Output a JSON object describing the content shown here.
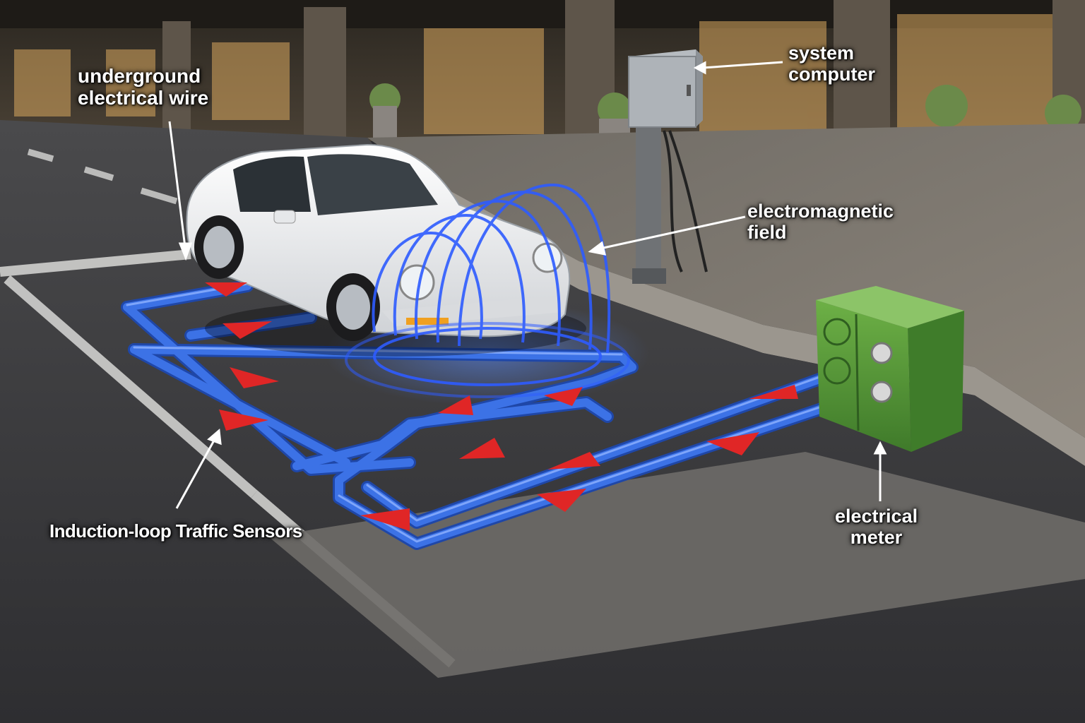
{
  "labels": {
    "underground_wire": [
      "underground",
      "electrical wire"
    ],
    "system_computer": [
      "system",
      "computer"
    ],
    "electromagnetic_field": [
      "electromagnetic",
      "field"
    ],
    "sensors": "Induction-loop Traffic Sensors",
    "electrical_meter": [
      "electrical",
      "meter"
    ]
  },
  "colors": {
    "wire": "#2f63d8",
    "wire_highlight": "#7fa8ff",
    "arrow": "#e02626",
    "field": "#3a6bff",
    "meter_box": "#5c9a3a",
    "computer_box": "#9aa0a6",
    "car": "#f2f2f2",
    "road": "#3a3a3d",
    "sidewalk": "#7a756e"
  },
  "icons": {
    "car": "car-icon",
    "meter": "meter-box-icon",
    "computer": "computer-box-icon",
    "field": "electromagnetic-field-icon"
  }
}
